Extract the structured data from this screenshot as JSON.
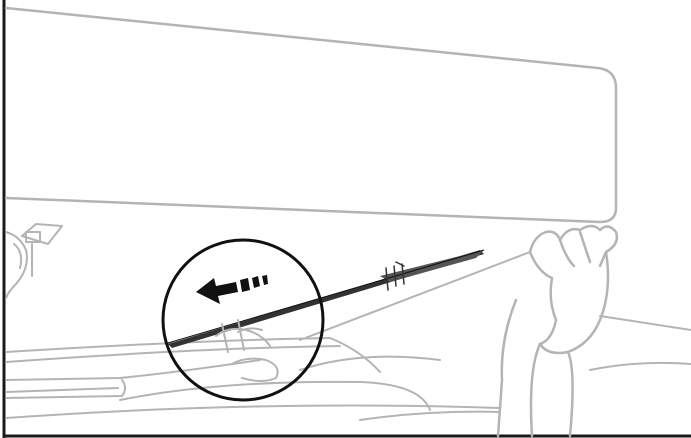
{
  "illustration": {
    "description_icons": [
      "hood-panel",
      "wiper-blade",
      "left-hand",
      "right-hand",
      "zoom-circle",
      "direction-arrow"
    ],
    "colors": {
      "outline": "#b4b4b4",
      "frame": "#1a1a1a",
      "blade": "#333333",
      "arrow": "#111111",
      "background": "#ffffff"
    },
    "arrow_direction": "left"
  }
}
